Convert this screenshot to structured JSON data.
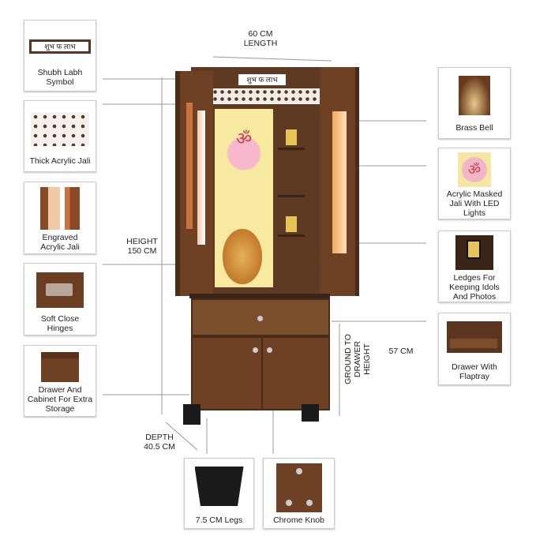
{
  "left_cards": [
    {
      "label": "Shubh Labh Symbol",
      "icon": "shubh-labh-sign",
      "sign_text": "शुभ फ लाभ"
    },
    {
      "label": "Thick Acrylic Jali",
      "icon": "jali-pattern"
    },
    {
      "label": "Engraved Acrylic Jali",
      "icon": "engraved-jali"
    },
    {
      "label": "Soft Close Hinges",
      "icon": "hinge"
    },
    {
      "label": "Drawer And Cabinet For Extra Storage",
      "icon": "cabinet"
    }
  ],
  "right_cards": [
    {
      "label": "Brass Bell",
      "icon": "bell"
    },
    {
      "label": "Acrylic Masked Jali With LED Lights",
      "icon": "om-jali"
    },
    {
      "label": "Ledges For Keeping Idols And Photos",
      "icon": "ledge"
    },
    {
      "label": "Drawer With Flaptray",
      "icon": "drawer"
    }
  ],
  "bottom_cards": [
    {
      "label": "7.5 CM Legs",
      "icon": "leg"
    },
    {
      "label": "Chrome Knob",
      "icon": "knob"
    }
  ],
  "dimensions": {
    "length": "60 CM\nLENGTH",
    "length_line1": "60 CM",
    "length_line2": "LENGTH",
    "height_line1": "HEIGHT",
    "height_line2": "150 CM",
    "ground_line1": "GROUND TO",
    "ground_line2": "DRAWER",
    "ground_line3": "HEIGHT",
    "ground_value": "57 CM",
    "depth_line1": "DEPTH",
    "depth_line2": "40.5 CM"
  },
  "product": {
    "sign_text": "शुभ फ लाभ",
    "om": "ॐ"
  },
  "colors": {
    "wood": "#5e3a22",
    "wood_light": "#7a4d2c",
    "glow": "#f7e9a0"
  }
}
